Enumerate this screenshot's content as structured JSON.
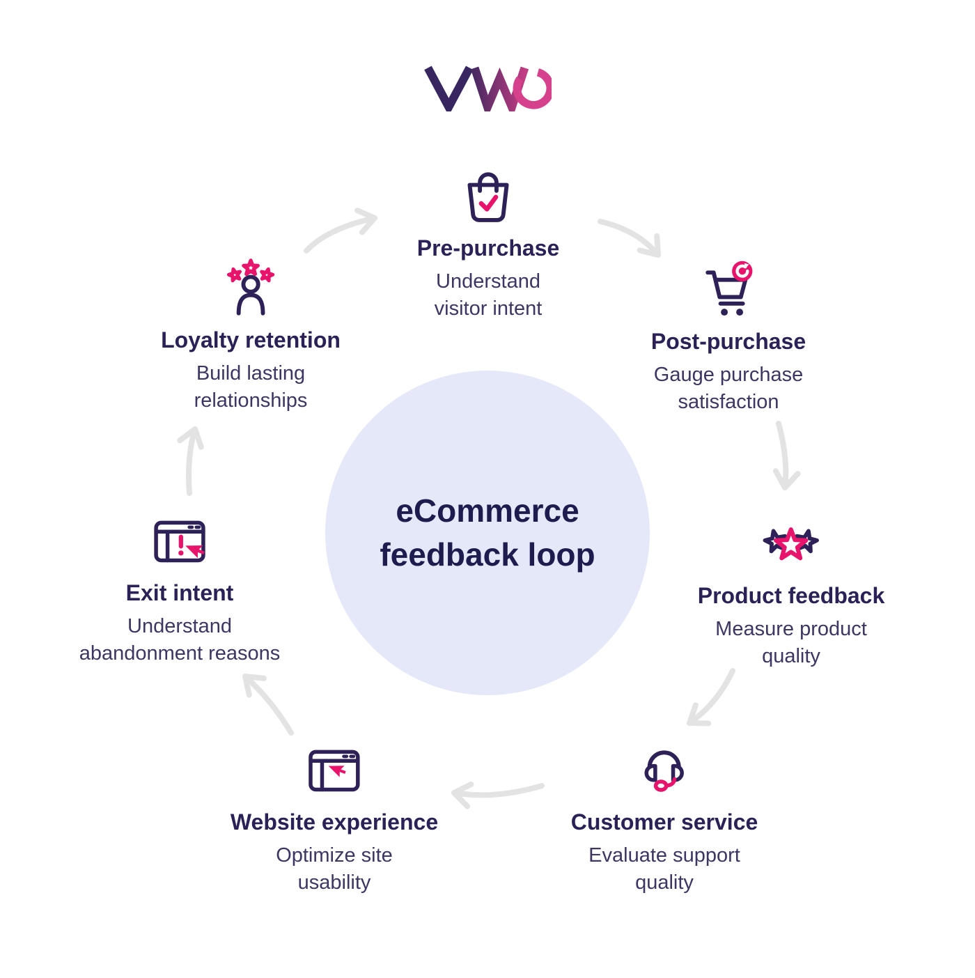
{
  "logo": {
    "brand": "VWO",
    "colors": {
      "v": "#37265F",
      "w_start": "#4A2A63",
      "w_end": "#C23C82",
      "o": "#D6418D"
    }
  },
  "center_circle": {
    "line1": "eCommerce",
    "line2": "feedback loop",
    "fill": "#E4E8F9",
    "text_color": "#1E1B4E"
  },
  "colors": {
    "icon_primary": "#2E2157",
    "icon_accent": "#E8136B",
    "title_text": "#2B2156",
    "description_text": "#3C3662",
    "arrow": "#E3E3E3"
  },
  "flow": "clockwise loop: Pre-purchase > Post-purchase > Product feedback > Customer service > Website experience > Exit intent > Loyalty retention > Pre-purchase",
  "stages": [
    {
      "title": "Pre-purchase",
      "description": "Understand visitor intent",
      "icon": "shopping-bag-check-icon"
    },
    {
      "title": "Post-purchase",
      "description": "Gauge purchase satisfaction",
      "icon": "shopping-cart-refresh-icon"
    },
    {
      "title": "Product feedback",
      "description": "Measure product quality",
      "icon": "rating-stars-icon"
    },
    {
      "title": "Customer service",
      "description": "Evaluate support quality",
      "icon": "headset-icon"
    },
    {
      "title": "Website experience",
      "description": "Optimize site usability",
      "icon": "browser-cursor-icon"
    },
    {
      "title": "Exit intent",
      "description": "Understand abandonment reasons",
      "icon": "browser-exit-alert-icon"
    },
    {
      "title": "Loyalty retention",
      "description": "Build lasting relationships",
      "icon": "person-stars-icon"
    }
  ]
}
